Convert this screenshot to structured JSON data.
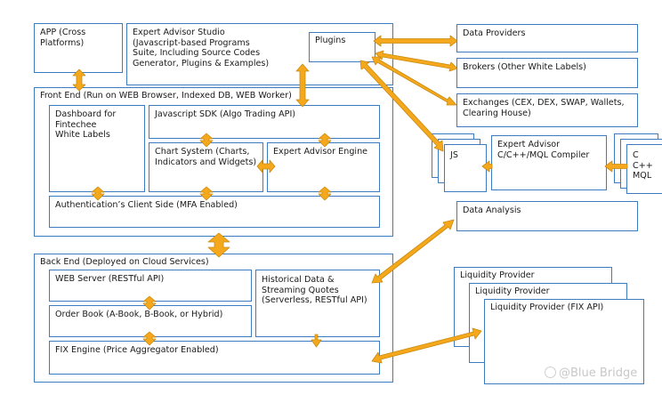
{
  "boxes": {
    "app": "APP (Cross\nPlatforms)",
    "studio": "Expert Advisor Studio\n(Javascript-based Programs\nSuite, Including Source Codes\nGenerator, Plugins & Examples)",
    "plugins": "Plugins",
    "frontend": "Front End (Run on WEB Browser, Indexed DB, WEB Worker)",
    "dashboard": "Dashboard for\nFintechee\nWhite Labels",
    "jssdk": "Javascript SDK (Algo Trading API)",
    "chart": "Chart System (Charts,\nIndicators and Widgets)",
    "ea_engine": "Expert Advisor Engine",
    "auth": "Authentication’s Client Side (MFA Enabled)",
    "data_providers": "Data Providers",
    "brokers": "Brokers (Other White Labels)",
    "exchanges": "Exchanges (CEX, DEX, SWAP, Wallets,\nClearing House)",
    "js": "JS",
    "compiler": "Expert Advisor\nC/C++/MQL Compiler",
    "langs": "C\nC++\nMQL",
    "data_analysis": "Data Analysis",
    "backend": "Back End (Deployed on Cloud Services)",
    "webserver": "WEB Server (RESTful API)",
    "historical": "Historical Data &\nStreaming Quotes\n(Serverless, RESTful API)",
    "orderbook": "Order Book (A-Book, B-Book, or Hybrid)",
    "fix": "FIX Engine (Price Aggregator Enabled)",
    "lp1": "Liquidity Provider",
    "lp2": "Liquidity Provider",
    "lp3": "Liquidity Provider (FIX API)"
  },
  "watermark": "@Blue Bridge",
  "colors": {
    "border": "#3d7cc0",
    "arrow": "#f5a81c",
    "arrow_stroke": "#c98a10"
  }
}
